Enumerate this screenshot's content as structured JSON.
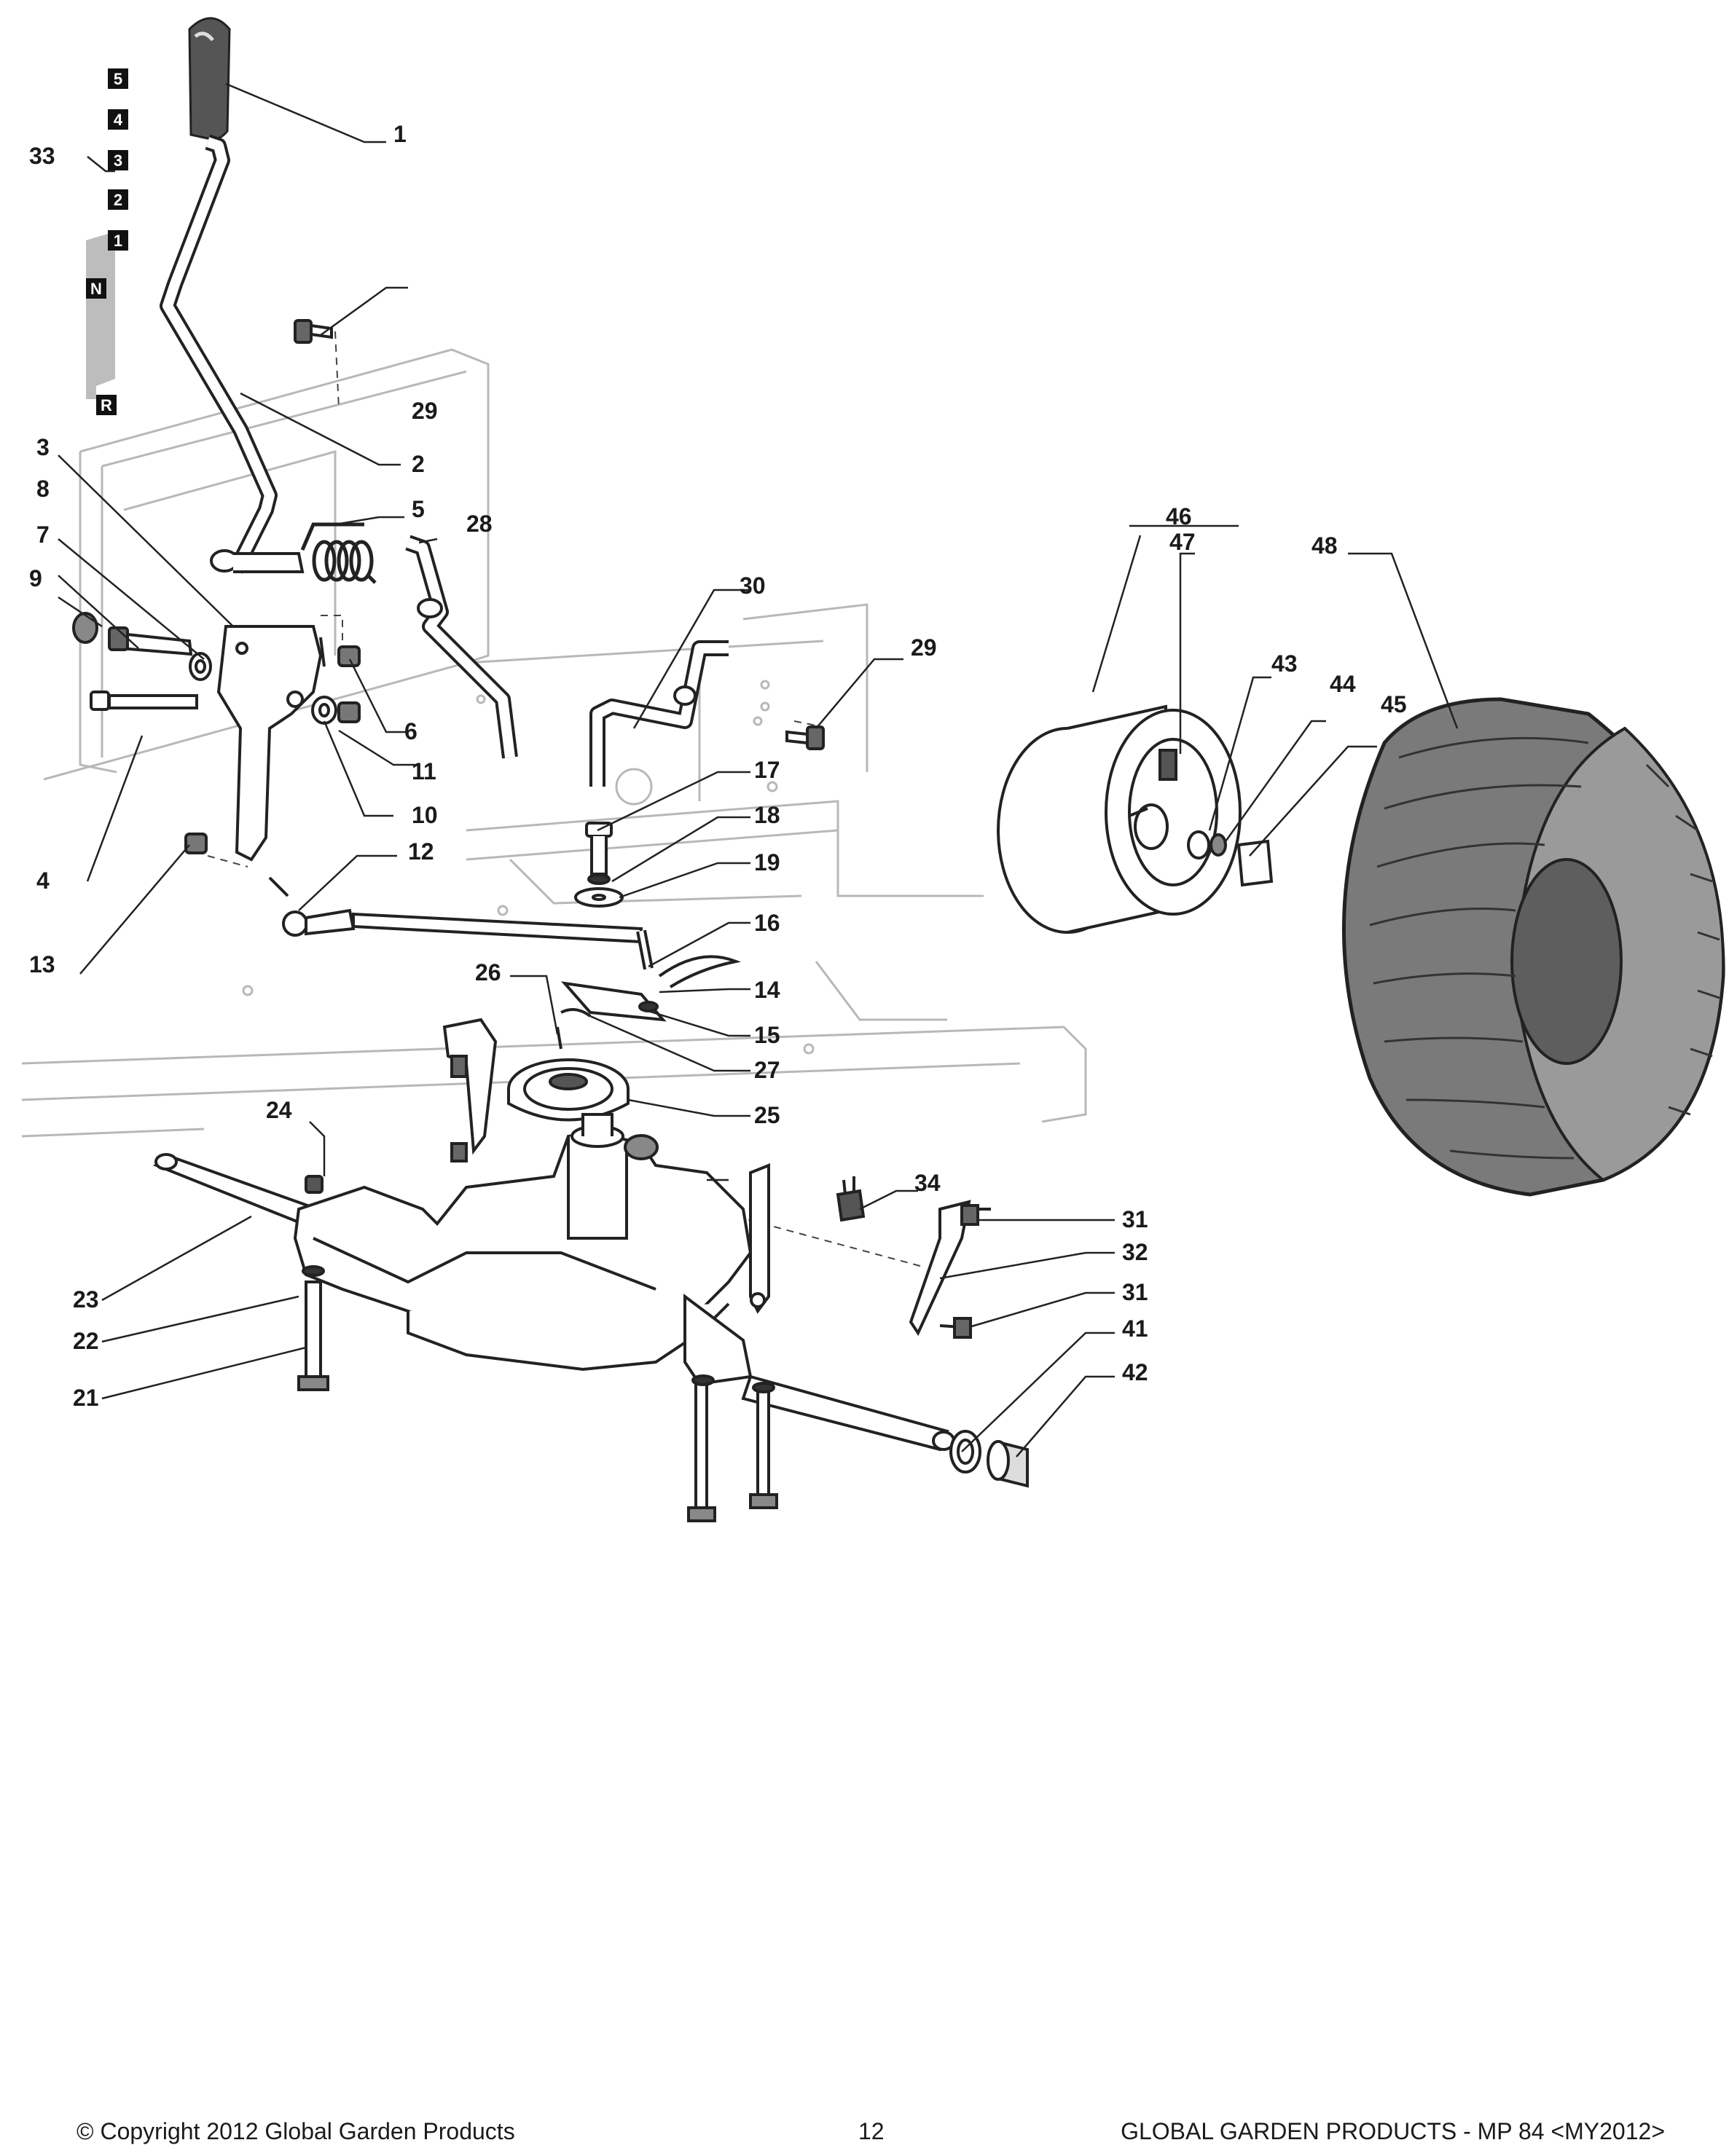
{
  "gear_positions": [
    "5",
    "4",
    "3",
    "2",
    "1",
    "N",
    "R"
  ],
  "callouts": [
    "1",
    "2",
    "3",
    "4",
    "5",
    "6",
    "7",
    "8",
    "9",
    "10",
    "11",
    "12",
    "13",
    "14",
    "15",
    "16",
    "17",
    "18",
    "19",
    "21",
    "22",
    "23",
    "24",
    "25",
    "26",
    "27",
    "28",
    "29",
    "29",
    "30",
    "31",
    "31",
    "32",
    "33",
    "34",
    "41",
    "42",
    "43",
    "44",
    "45",
    "46",
    "47",
    "48"
  ],
  "footer": {
    "copyright": "© Copyright 2012 Global Garden Products",
    "page_number": "12",
    "product": "GLOBAL GARDEN PRODUCTS - MP 84 <MY2012>"
  }
}
